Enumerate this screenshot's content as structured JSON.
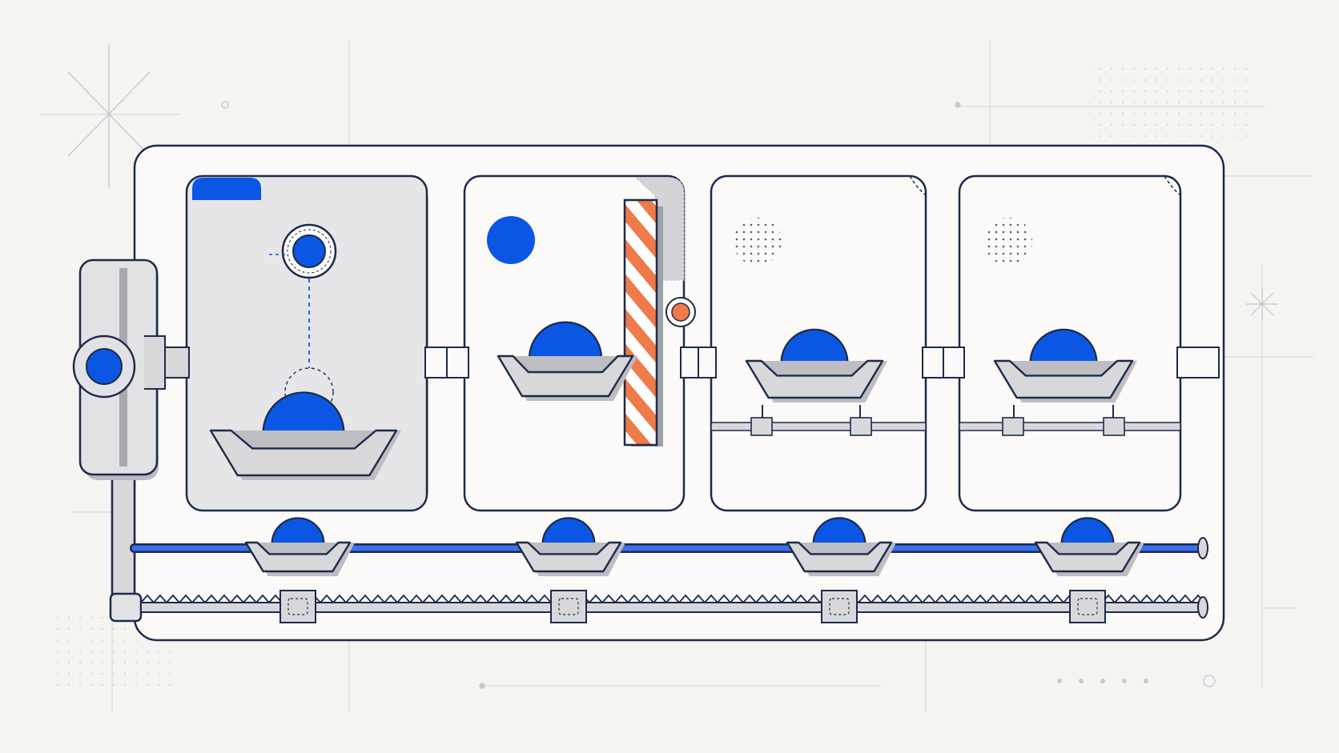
{
  "colors": {
    "background": "#f5f4f1",
    "outline": "#1c2b4a",
    "panel_fill": "#fbfaf8",
    "active_panel_fill": "#e6e6e8",
    "metal_fill": "#d8d8db",
    "metal_shadow": "#bdbdc2",
    "accent_blue": "#0b57e3",
    "accent_blue_light": "#3a6ff0",
    "hazard_orange": "#ef7a4a",
    "guide_lines": "#d6d7dc"
  },
  "stages": [
    {
      "id": "stage-1",
      "state": "active",
      "ball": "present",
      "tray": "loaded",
      "marker": "blue-tab"
    },
    {
      "id": "stage-2",
      "state": "gated",
      "ball": "waiting",
      "tray": "loaded",
      "marker": "blue-dot"
    },
    {
      "id": "stage-3",
      "state": "pending",
      "ball": "queued",
      "tray": "loaded",
      "marker": "dotted-dot"
    },
    {
      "id": "stage-4",
      "state": "pending",
      "ball": "queued",
      "tray": "loaded",
      "marker": "dotted-dot"
    }
  ],
  "conveyor": {
    "trays": 4,
    "rail_color": "#3a6ff0"
  },
  "icons": [
    "valve-handle-icon",
    "gate-barrier-icon",
    "sensor-dot-icon",
    "star-guide-icon"
  ]
}
